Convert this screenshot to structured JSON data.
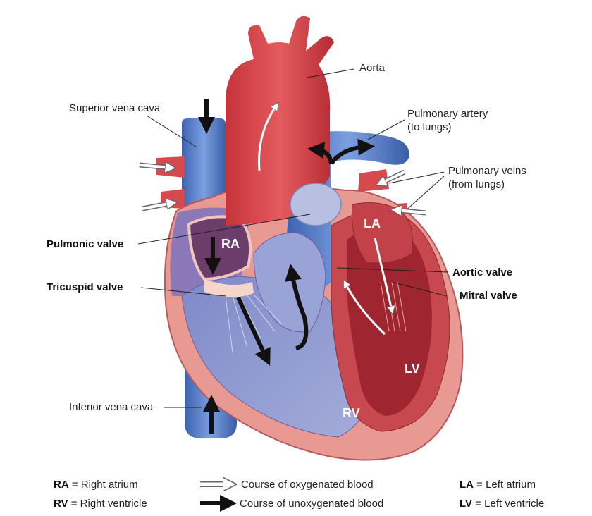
{
  "labels": {
    "aorta": "Aorta",
    "superior_vena_cava": "Superior vena cava",
    "pulmonary_artery_1": "Pulmonary artery",
    "pulmonary_artery_2": "(to lungs)",
    "pulmonary_veins_1": "Pulmonary veins",
    "pulmonary_veins_2": "(from lungs)",
    "pulmonic_valve": "Pulmonic valve",
    "tricuspid_valve": "Tricuspid valve",
    "aortic_valve": "Aortic valve",
    "mitral_valve": "Mitral valve",
    "inferior_vena_cava": "Inferior vena cava"
  },
  "chambers": {
    "ra": "RA",
    "rv": "RV",
    "la": "LA",
    "lv": "LV"
  },
  "legend": {
    "ra_abbr": "RA",
    "ra_text": " = Right atrium",
    "rv_abbr": "RV",
    "rv_text": " = Right ventricle",
    "oxygenated": "Course of oxygenated blood",
    "unoxygenated": "Course of unoxygenated blood",
    "la_abbr": "LA",
    "la_text": " = Left atrium",
    "lv_abbr": "LV",
    "lv_text": " = Left ventricle"
  },
  "colors": {
    "oxygenated_red": "#d9434a",
    "deoxygenated_blue": "#5a7fc4",
    "muscle_pink": "#e8a39a",
    "arrow_black": "#111111",
    "arrow_white": "#ffffff"
  }
}
